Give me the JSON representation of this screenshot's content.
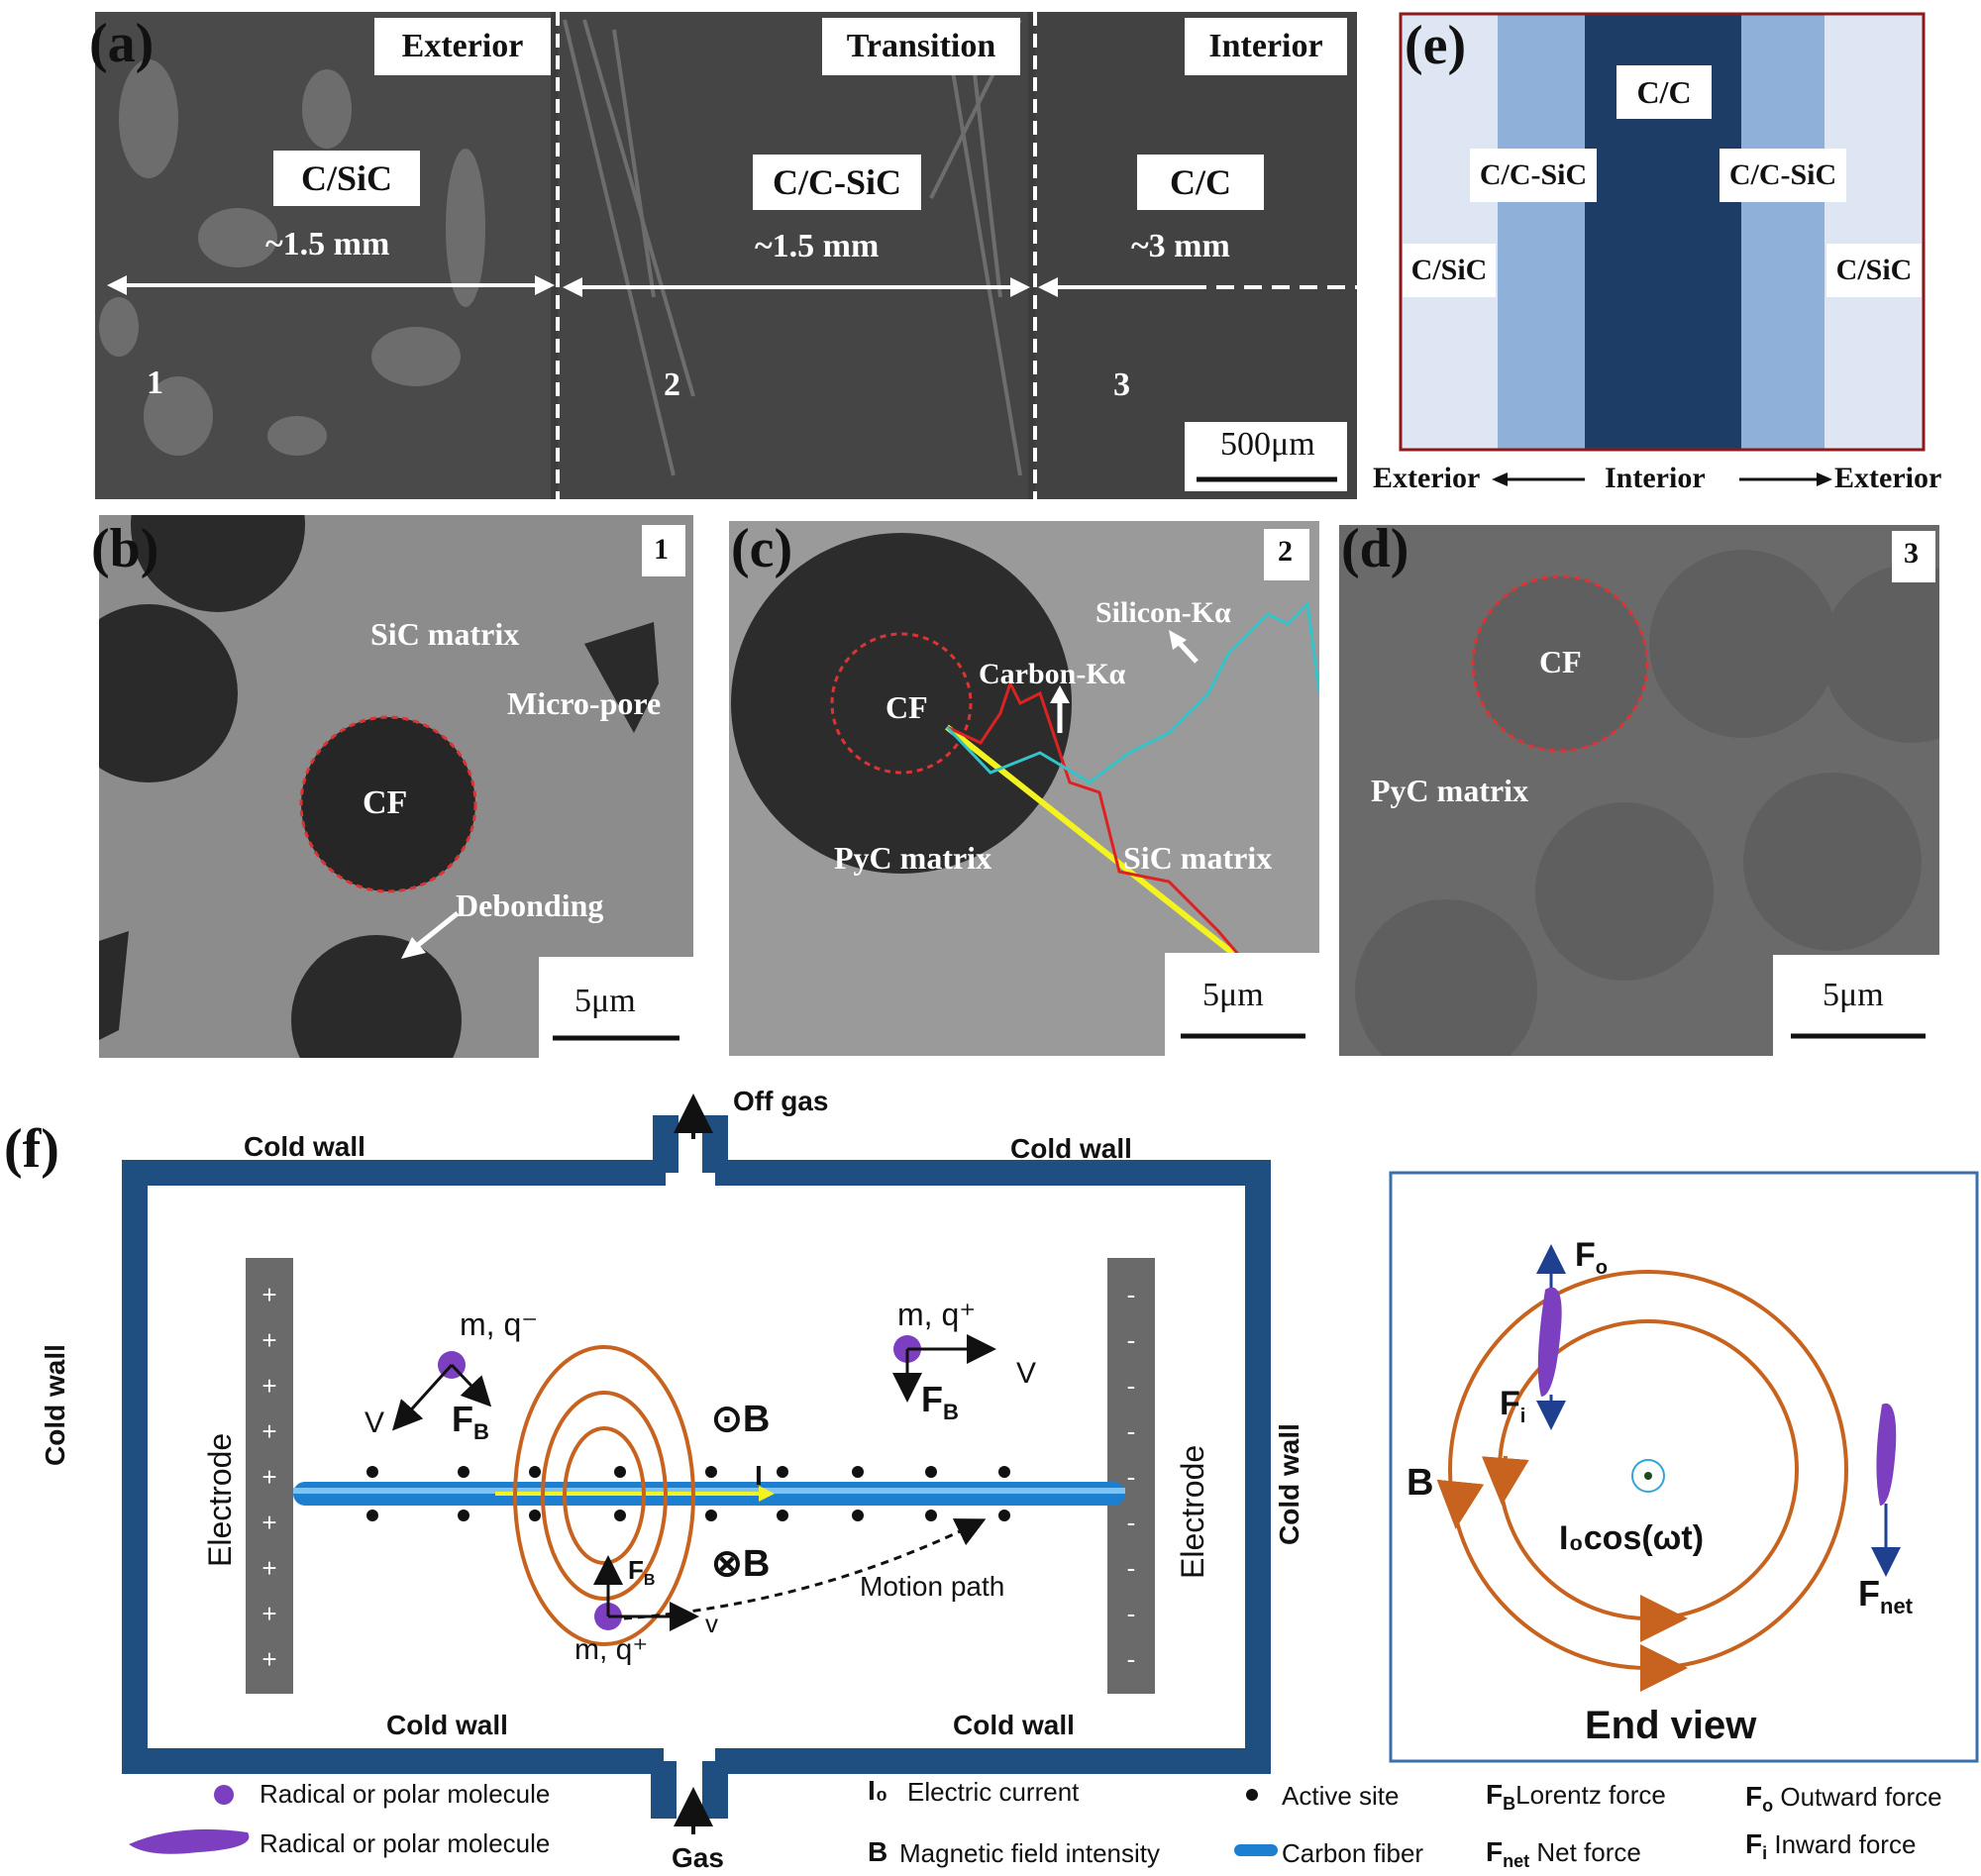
{
  "panels": {
    "a": {
      "label": "(a)",
      "zones": [
        {
          "header": "Exterior",
          "material": "C/SiC",
          "thickness": "~1.5 mm",
          "num": "1"
        },
        {
          "header": "Transition",
          "material": "C/C-SiC",
          "thickness": "~1.5 mm",
          "num": "2"
        },
        {
          "header": "Interior",
          "material": "C/C",
          "thickness": "~3 mm",
          "num": "3"
        }
      ],
      "scale": "500μm"
    },
    "b": {
      "label": "(b)",
      "num": "1",
      "sic_matrix": "SiC matrix",
      "micro_pore": "Micro-pore",
      "cf": "CF",
      "debonding": "Debonding",
      "scale": "5μm"
    },
    "c": {
      "label": "(c)",
      "num": "2",
      "silicon": "Silicon-Kα",
      "carbon": "Carbon-Kα",
      "cf": "CF",
      "pyc": "PyC matrix",
      "sic": "SiC matrix",
      "scale": "5μm"
    },
    "d": {
      "label": "(d)",
      "num": "3",
      "cf": "CF",
      "pyc": "PyC matrix",
      "scale": "5μm"
    },
    "e": {
      "label": "(e)",
      "center": "C/C",
      "mid_left": "C/C-SiC",
      "mid_right": "C/C-SiC",
      "outer_left": "C/SiC",
      "outer_right": "C/SiC",
      "axis_left": "Exterior",
      "axis_mid": "Interior",
      "axis_right": "Exterior",
      "colors": {
        "outer": "#dde6f2",
        "mid": "#8fb0d8",
        "center": "#1e3d66",
        "border": "#8b1a1a"
      }
    },
    "f": {
      "label": "(f)",
      "off_gas": "Off gas",
      "gas": "Gas",
      "cold_wall": "Cold wall",
      "electrode": "Electrode",
      "plus": "+",
      "minus": "-",
      "particle_top_left": "m, q⁻",
      "particle_top_right": "m, q⁺",
      "particle_bottom": "m, q⁺",
      "v": "V",
      "v_small": "v",
      "fb": "F",
      "fb_sub": "B",
      "b_dot": "⊙B",
      "b_cross": "⊗B",
      "current": "I",
      "motion_path": "Motion path",
      "end_view": {
        "title": "End view",
        "b": "B",
        "current": "I₀cos(ωt)",
        "fo": "F",
        "fo_sub": "o",
        "fi": "F",
        "fi_sub": "i",
        "fnet": "F",
        "fnet_sub": "net"
      },
      "legend": [
        {
          "symbol": "F",
          "sub": "B",
          "text": "Lorentz force"
        },
        {
          "symbol": "F",
          "sub": "o",
          "text": "Outward force"
        },
        {
          "symbol": "F",
          "sub": "net",
          "text": "Net force"
        },
        {
          "symbol": "F",
          "sub": "i",
          "text": "Inward force"
        }
      ],
      "legend_items": {
        "radical_dot": "Radical or polar molecule",
        "radical_shape": "Radical or polar molecule",
        "current_sym": "I₀",
        "current_txt": "Electric current",
        "b_sym": "B",
        "b_txt": "Magnetic field intensity",
        "active": "Active site",
        "fiber": "Carbon fiber"
      },
      "colors": {
        "wall": "#1f4e80",
        "fiber": "#1c7fd0",
        "field": "#c8631f",
        "particle": "#7b3fbf",
        "electrode": "#6a6a6a"
      }
    }
  }
}
